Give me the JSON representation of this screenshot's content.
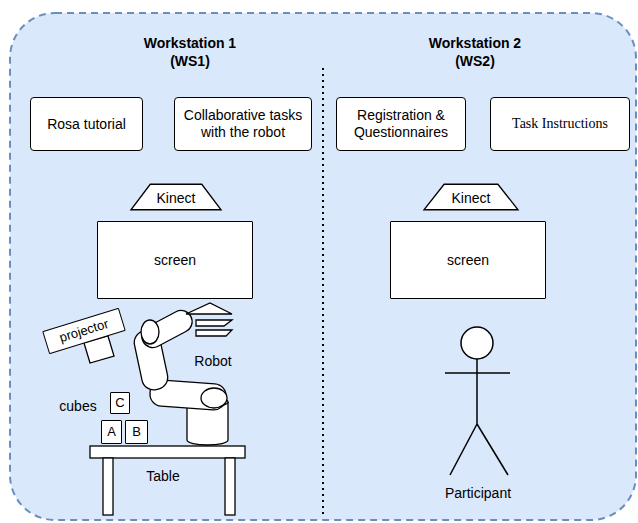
{
  "diagram": {
    "nodes": [
      {
        "text": [
          "Rosa tutorial"
        ]
      },
      {
        "text": [
          "Collaborative tasks with the robot"
        ]
      },
      {
        "text": [
          "Registration & Questionnaires"
        ]
      },
      {
        "text": [
          "Task Instructions"
        ]
      },
      {
        "text": [
          "Kinect"
        ]
      },
      {
        "text": [
          "Kinect"
        ]
      },
      {
        "text": [
          "screen"
        ]
      },
      {
        "text": [
          "screen"
        ]
      },
      {
        "text": [
          "projector"
        ]
      },
      {
        "text": [
          "C"
        ]
      },
      {
        "text": [
          "A"
        ]
      },
      {
        "text": [
          "B"
        ]
      }
    ],
    "labels": [
      "Workstation 1 (WS1)",
      "Workstation 2 (WS2)",
      "Robot",
      "cubes",
      "Table",
      "Participant"
    ]
  }
}
